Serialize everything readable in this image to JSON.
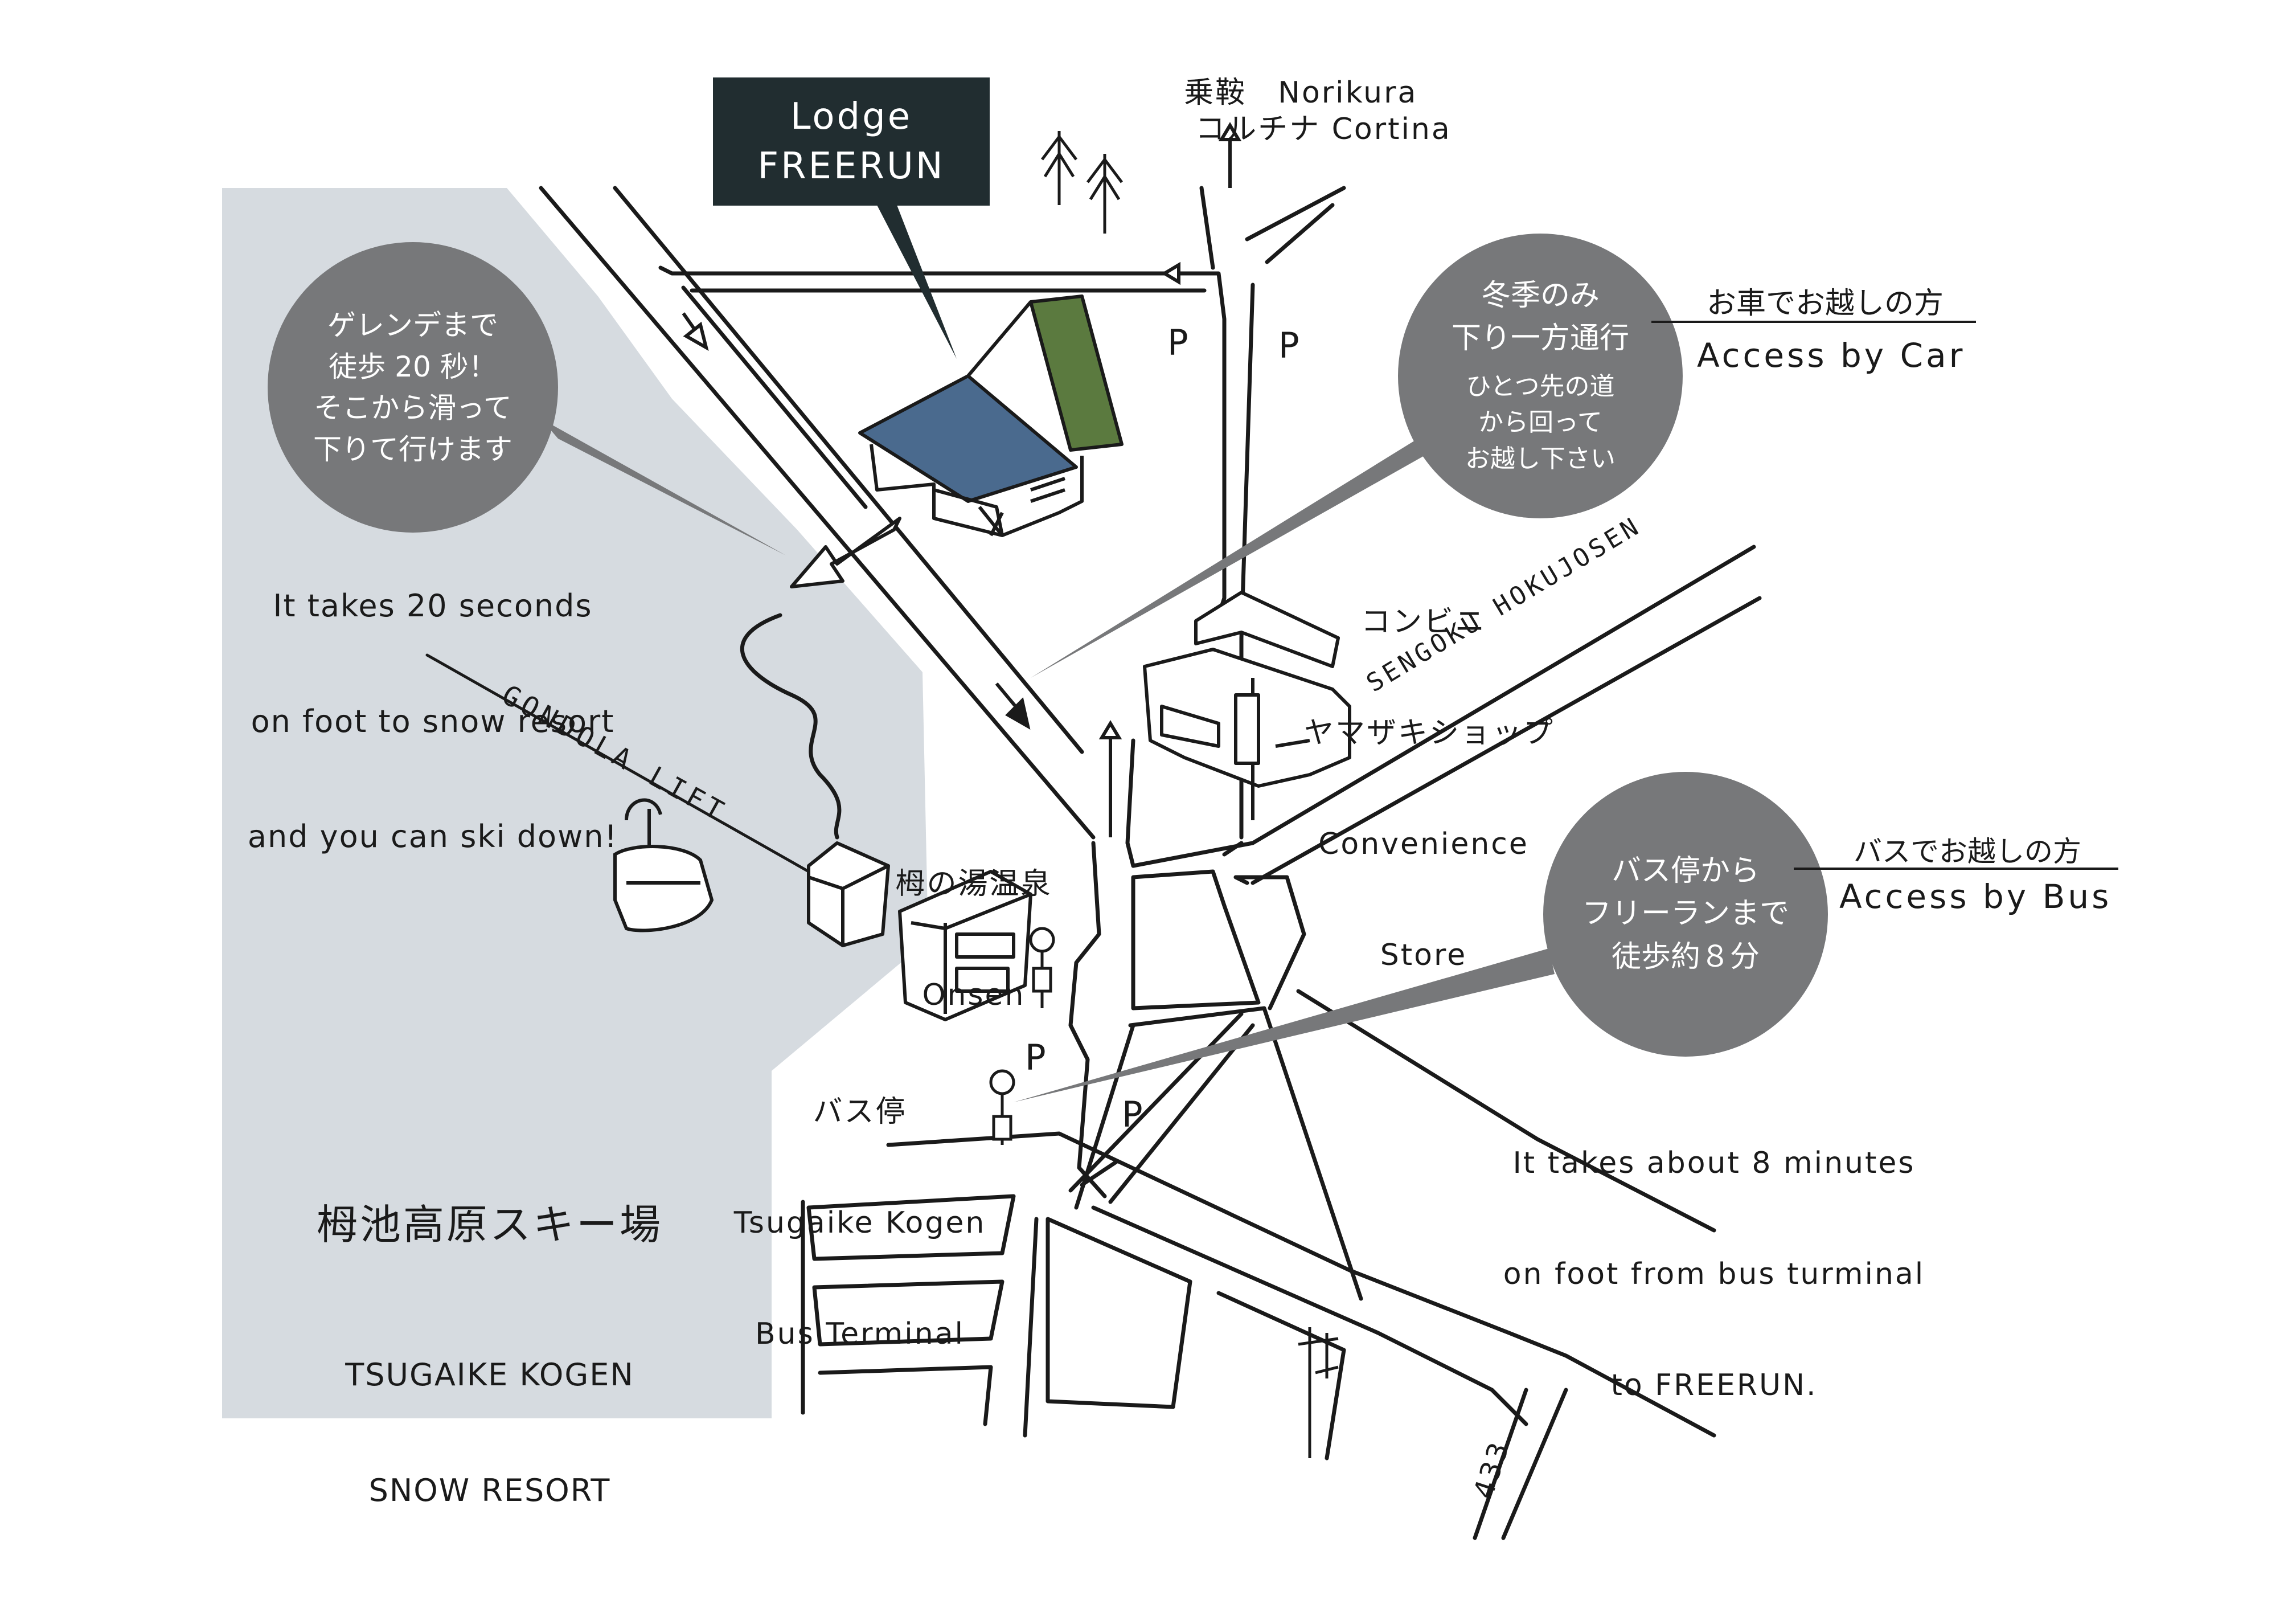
{
  "lodge": {
    "line1": "Lodge",
    "line2": "FREERUN",
    "color": "#212d30"
  },
  "norikura": {
    "line1": "乗鞍　Norikura",
    "line2": "コルチナ Cortina"
  },
  "ski_bubble": {
    "line1": "ゲレンデまで",
    "line2": "徒歩 20 秒！",
    "line3": "そこから滑って",
    "line4": "下りて行けます"
  },
  "ski_caption": {
    "line1": "It takes 20 seconds",
    "line2": "on foot to snow resort",
    "line3": "and you can ski down!"
  },
  "car": {
    "bubble_line1": "冬季のみ",
    "bubble_line2": "下り一方通行",
    "bubble_line3": "ひとつ先の道",
    "bubble_line4": "から回って",
    "bubble_line5": "お越し下さい",
    "heading_jp": "お車でお越しの方",
    "heading_en": "Access by Car"
  },
  "bus": {
    "bubble_line1": "バス停から",
    "bubble_line2": "フリーランまで",
    "bubble_line3": "徒歩約８分",
    "heading_jp": "バスでお越しの方",
    "heading_en": "Access by Bus",
    "caption_line1": "It takes about 8 minutes",
    "caption_line2": "on foot from bus turminal",
    "caption_line3": "to FREERUN."
  },
  "convenience": {
    "line1": "コンビニ",
    "line2": "ヤマザキショップ",
    "line3": "Convenience",
    "line4": "Store"
  },
  "onsen": {
    "line1": "栂の湯温泉",
    "line2": "Onsen"
  },
  "bus_stop": {
    "line1": "バス停",
    "line2": "Tsugaike Kogen",
    "line3": "Bus Terminal"
  },
  "resort": {
    "name_jp": "栂池高原スキー場",
    "line1": "TSUGAIKE KOGEN",
    "line2": "SNOW RESORT",
    "area_color": "#d6dbe0"
  },
  "gondola_label": "GONDOLA LIFT",
  "road_label": "SENGOKU HOKUJOSEN",
  "route_number": "433",
  "parking_symbol": "P",
  "colors": {
    "bubble": "#77787a",
    "roof_blue": "#4a6a8e",
    "roof_green": "#5b7a3f",
    "ink": "#1a1a1a"
  },
  "icons": [
    "arrow-up-icon",
    "one-way-arrow-icon",
    "bus-stop-sign-icon",
    "gondola-cabin-icon",
    "tree-icon",
    "shrine-gate-icon"
  ]
}
